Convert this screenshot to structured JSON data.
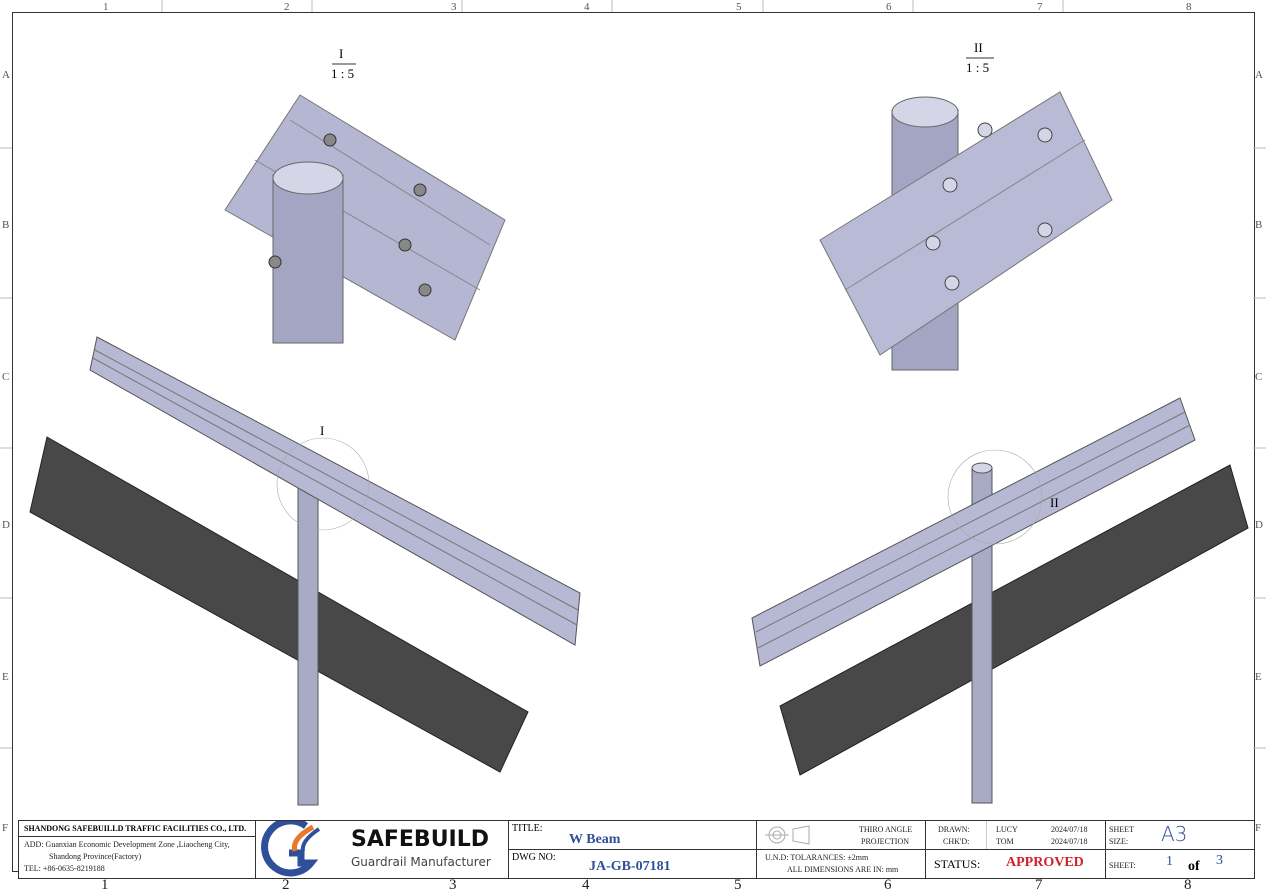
{
  "zones": {
    "columns": [
      "1",
      "2",
      "3",
      "4",
      "5",
      "6",
      "7",
      "8"
    ],
    "rows": [
      "A",
      "B",
      "C",
      "D",
      "E",
      "F"
    ]
  },
  "details": {
    "d1": {
      "label": "I",
      "scale": "1 : 5"
    },
    "d2": {
      "label": "II",
      "scale": "1 : 5"
    }
  },
  "callouts": {
    "c1": "I",
    "c2": "II"
  },
  "titleblock": {
    "company": "SHANDONG SAFEBUILLD TRAFFIC FACILITIES CO., LTD.",
    "address1": "ADD:  Guanxian Economic Development Zone ,Liaocheng City,",
    "address2": "Shandong Province(Factory)",
    "tel": "TEL:  +86-0635-8219188",
    "logo_name": "SAFEBUILD",
    "logo_tagline": "Guardrail Manufacturer",
    "title_label": "TITLE:",
    "title": "W Beam",
    "dwg_label": "DWG NO:",
    "dwg_no": "JA-GB-07181",
    "projection1": "THIRO ANGLE",
    "projection2": "PROJECTION",
    "tol1": "U.N.D: TOLARANCES: ±2mm",
    "tol2": "ALL DIMENSIONS ARE IN: mm",
    "drawn_label": "DRAWN:",
    "drawn_by": "LUCY",
    "drawn_date": "2024/07/18",
    "chk_label": "CHK'D:",
    "chk_by": "TOM",
    "chk_date": "2024/07/18",
    "status_label": "STATUS:",
    "status": "APPROVED",
    "sheet_size_label1": "SHEET",
    "sheet_size_label2": "SIZE:",
    "sheet_size": "A3",
    "sheet_label": "SHEET:",
    "sheet_no": "1",
    "of": "of",
    "sheet_total": "3"
  },
  "colors": {
    "blue": "#2f4f9a",
    "red": "#d0202a",
    "orange": "#e8782a",
    "metal": "#b4b6d2",
    "road": "#4a4a4a"
  }
}
